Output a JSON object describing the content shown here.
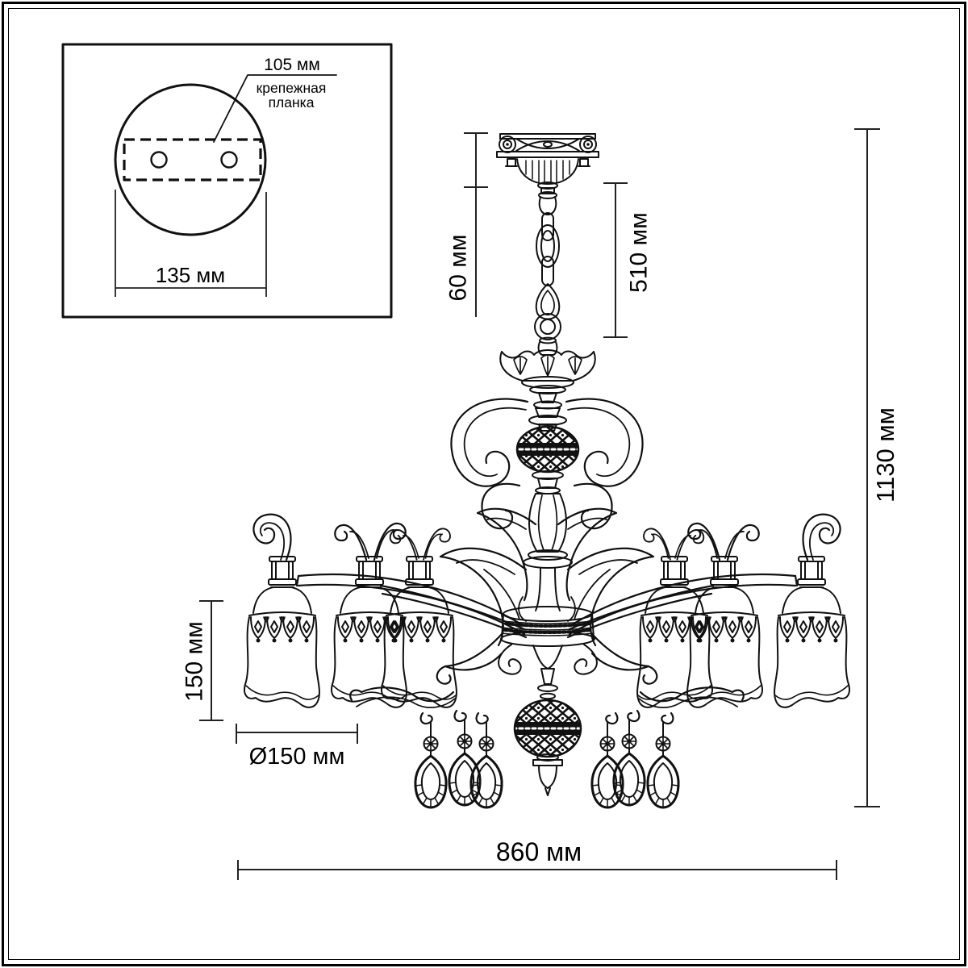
{
  "drawing": {
    "kind": "chandelier dimensional technical drawing",
    "units": "мм"
  },
  "inset": {
    "plate_width_label": "105 мм",
    "plate_name_line1": "крепежная",
    "plate_name_line2": "планка",
    "canopy_diameter_label": "135 мм"
  },
  "dims": {
    "canopy_height": {
      "label": "60 мм"
    },
    "suspension": {
      "label": "510 мм"
    },
    "total_height": {
      "label": "1130 мм"
    },
    "shade_height": {
      "label": "150 мм"
    },
    "shade_diameter": {
      "label": "Ø150 мм"
    },
    "total_width": {
      "label": "860 мм"
    }
  },
  "colors": {
    "line": "#111111",
    "dimension_line": "#222222",
    "background": "#ffffff"
  }
}
